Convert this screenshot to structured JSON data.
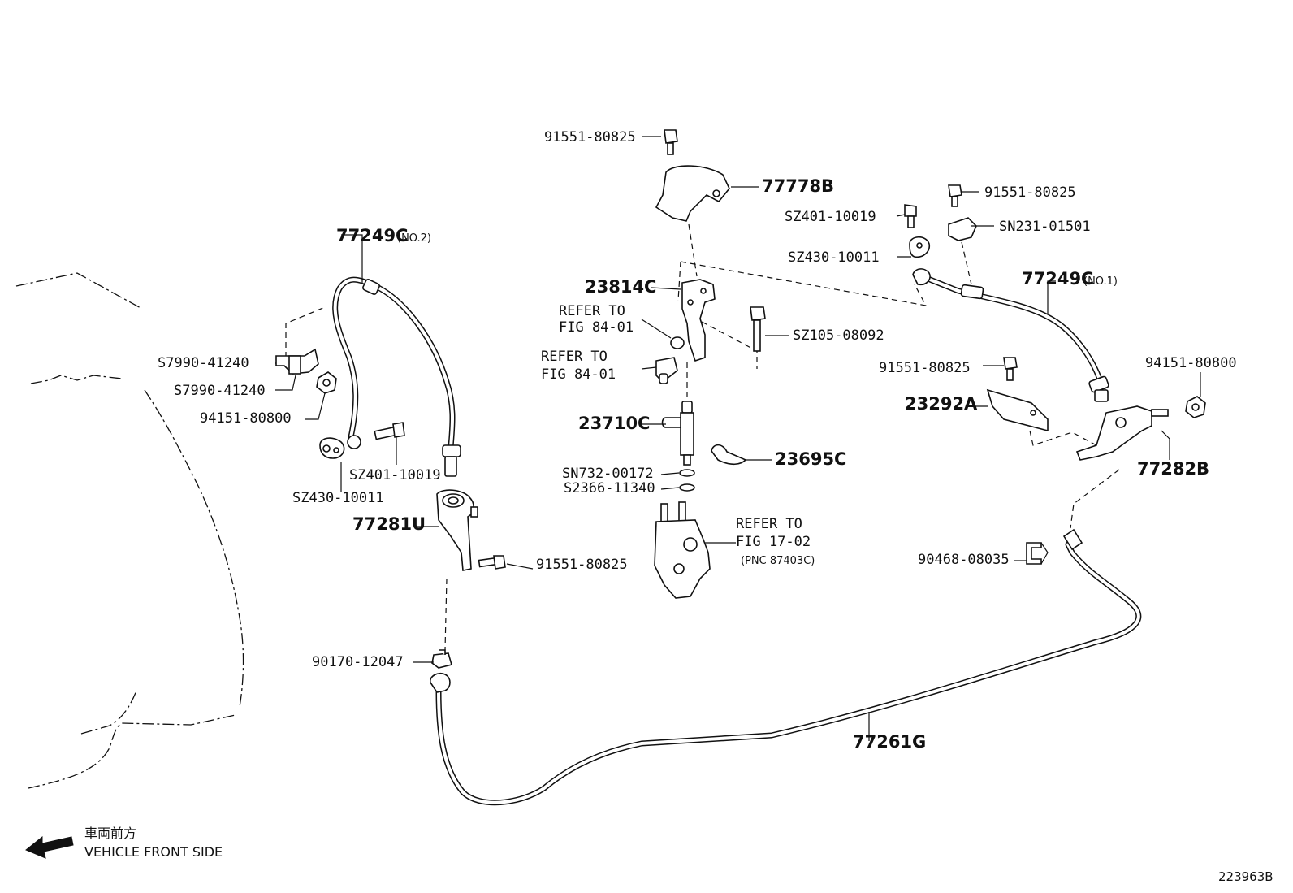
{
  "diagram": {
    "figure_id": "223963B",
    "orientation": {
      "label_jp": "車両前方",
      "label_en": "VEHICLE FRONT SIDE",
      "arrow_icon": "arrow-left-icon"
    },
    "parts": {
      "bolt_top": "91551-80825",
      "bracket_77778b": "77778B",
      "bolt_right_top": "91551-80825",
      "sz401_right": "SZ401-10019",
      "sn231": "SN231-01501",
      "sz430_right": "SZ430-10011",
      "hose_no2": "77249C",
      "hose_no2_tag": "(NO.2)",
      "hose_no1": "77249C",
      "hose_no1_tag": "(NO.1)",
      "part_23814c": "23814C",
      "sz105": "SZ105-08092",
      "s7990_a": "S7990-41240",
      "s7990_b": "S7990-41240",
      "nut_left": "94151-80800",
      "bolt_mid_right": "91551-80825",
      "nut_right": "94151-80800",
      "part_23292a": "23292A",
      "part_23710c": "23710C",
      "part_23695c": "23695C",
      "sz401_left": "SZ401-10019",
      "sz430_left": "SZ430-10011",
      "part_77282b": "77282B",
      "sn732": "SN732-00172",
      "s2366": "S2366-11340",
      "part_77281u": "77281U",
      "bolt_lower": "91551-80825",
      "clip_90468": "90468-08035",
      "nut_90170": "90170-12047",
      "pipe_77261g": "77261G"
    },
    "references": {
      "ref_a_line1": "REFER TO",
      "ref_a_line2": "FIG 84-01",
      "ref_b_line1": "REFER TO",
      "ref_b_line2": "FIG 84-01",
      "ref_c_line1": "REFER TO",
      "ref_c_line2": "FIG 17-02",
      "ref_c_line3": "(PNC 87403C)"
    }
  }
}
